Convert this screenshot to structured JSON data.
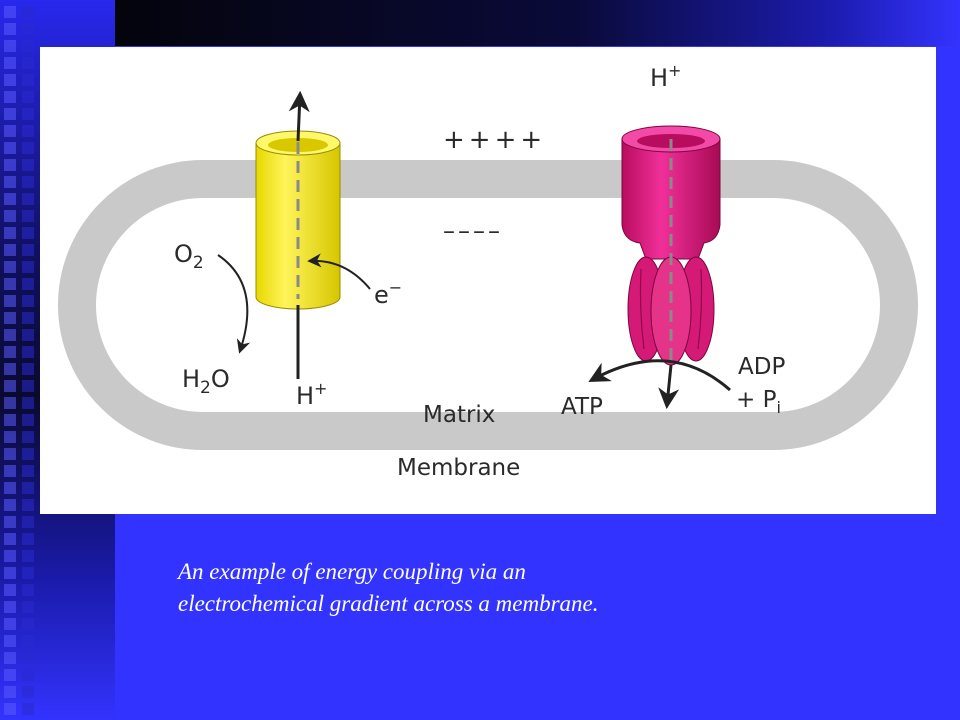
{
  "diagram": {
    "charges_positive": "++++",
    "charges_negative": "––––",
    "label_o2": "O",
    "label_o2_sub": "2",
    "label_h2o_h": "H",
    "label_h2o_sub": "2",
    "label_h2o_o": "O",
    "label_h_bottom": "H",
    "label_h_bottom_sup": "+",
    "label_electron": "e",
    "label_electron_sup": "−",
    "label_h_top": "H",
    "label_h_top_sup": "+",
    "label_atp": "ATP",
    "label_adp": "ADP",
    "label_pi": "+ P",
    "label_pi_sub": "i",
    "label_matrix": "Matrix",
    "label_membrane": "Membrane"
  },
  "caption": {
    "line1": "An example of energy coupling via an",
    "line2": "electrochemical gradient across a membrane."
  },
  "colors": {
    "background": "#3333ff",
    "membrane": "#c9c9c9",
    "electron_transport_protein": "#f5ed1c",
    "atp_synthase": "#e0187a"
  }
}
